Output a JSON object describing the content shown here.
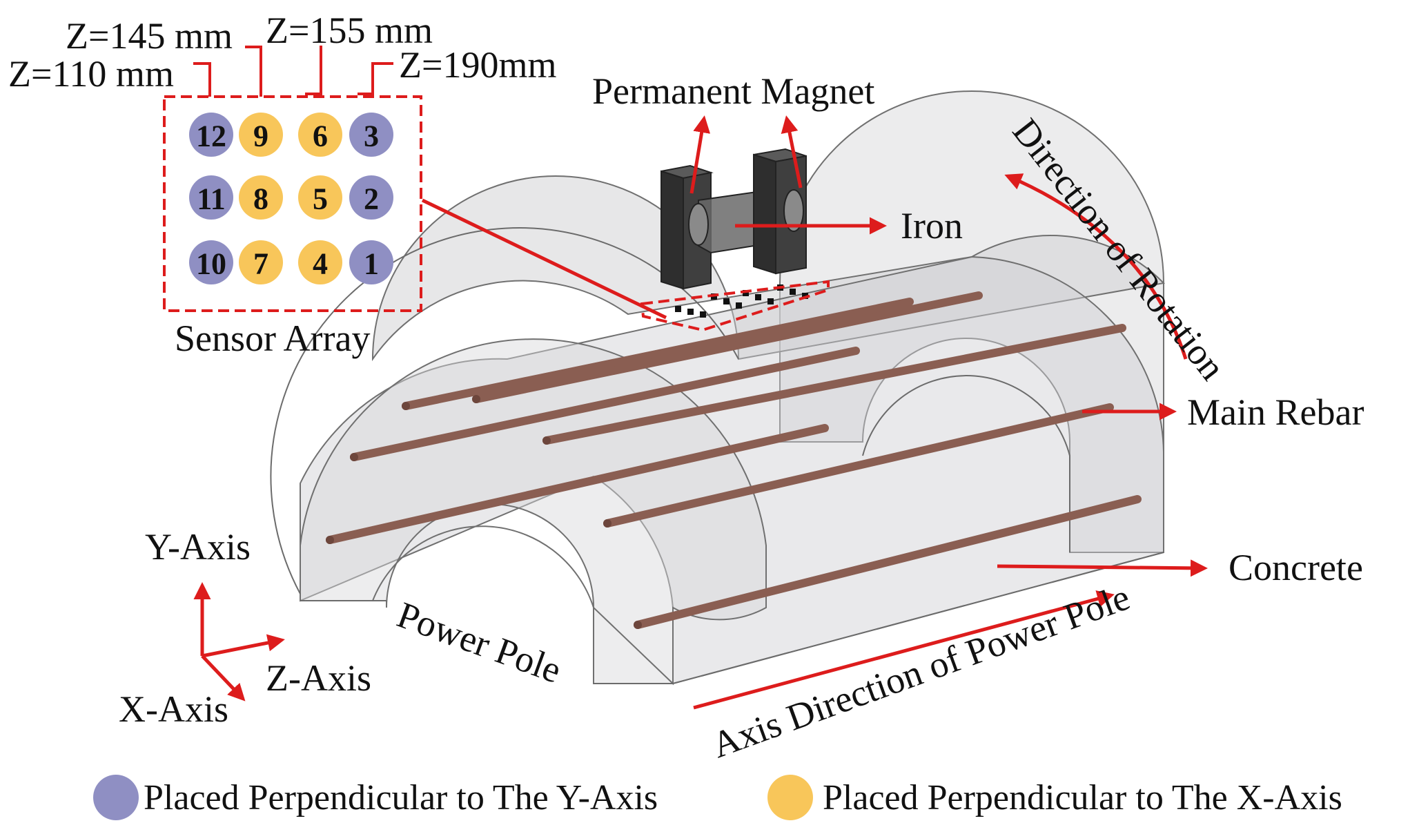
{
  "colors": {
    "accent_red": "#dd1c1c",
    "sensor_y": "#8f8fc3",
    "sensor_x": "#f8c65a",
    "concrete_fill": "#d9d9dc",
    "concrete_stroke": "#6b6b6b",
    "rebar": "#8a5e52",
    "magnet": "#3c3c3c",
    "iron": "#555555"
  },
  "labels": {
    "z110": "Z=110 mm",
    "z145": "Z=145 mm",
    "z155": "Z=155 mm",
    "z190": "Z=190mm",
    "sensor_array": "Sensor Array",
    "permanent_magnet": "Permanent Magnet",
    "iron": "Iron",
    "direction_of_rotation": "Direction of Rotation",
    "main_rebar": "Main Rebar",
    "concrete": "Concrete",
    "power_pole": "Power Pole",
    "axis_direction": "Axis Direction of Power Pole",
    "y_axis": "Y-Axis",
    "z_axis": "Z-Axis",
    "x_axis": "X-Axis"
  },
  "sensors": [
    {
      "id": "12",
      "orientation": "Y"
    },
    {
      "id": "9",
      "orientation": "X"
    },
    {
      "id": "6",
      "orientation": "X"
    },
    {
      "id": "3",
      "orientation": "Y"
    },
    {
      "id": "11",
      "orientation": "Y"
    },
    {
      "id": "8",
      "orientation": "X"
    },
    {
      "id": "5",
      "orientation": "X"
    },
    {
      "id": "2",
      "orientation": "Y"
    },
    {
      "id": "10",
      "orientation": "Y"
    },
    {
      "id": "7",
      "orientation": "X"
    },
    {
      "id": "4",
      "orientation": "X"
    },
    {
      "id": "1",
      "orientation": "Y"
    }
  ],
  "legend": {
    "y_perpendicular": "Placed Perpendicular to The Y-Axis",
    "x_perpendicular": "Placed Perpendicular to The X-Axis"
  }
}
